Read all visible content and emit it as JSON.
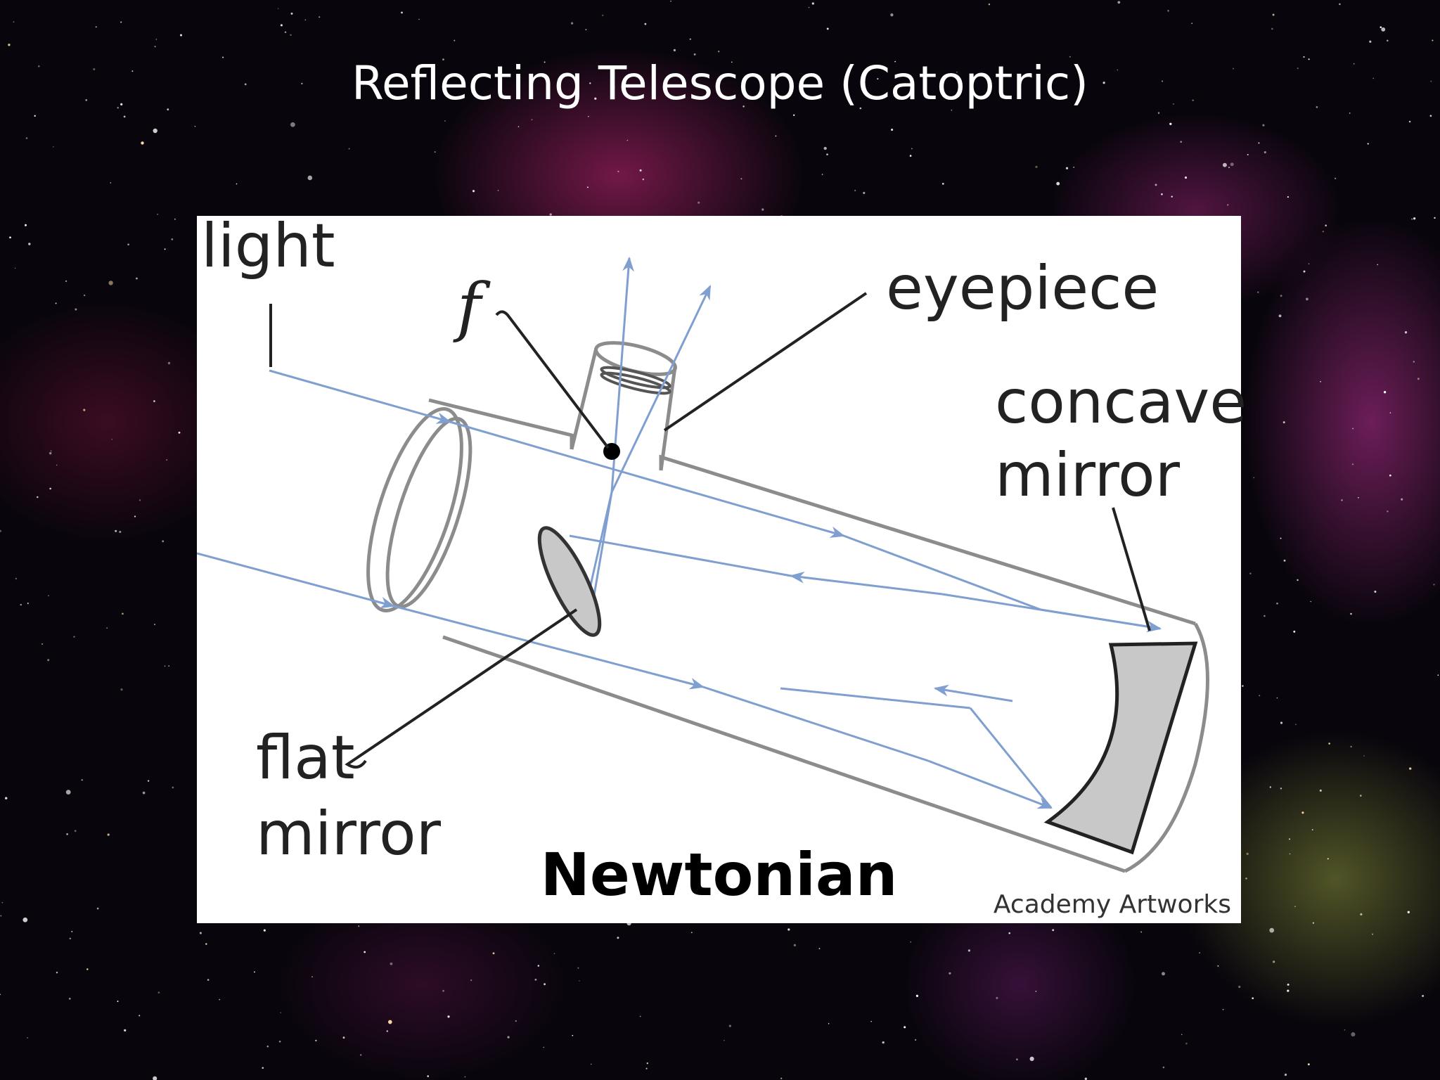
{
  "slide": {
    "title": "Reflecting Telescope (Catoptric)"
  },
  "figure": {
    "labels": {
      "light": "light",
      "focus": "f",
      "eyepiece": "eyepiece",
      "concave_mirror_line1": "concave",
      "concave_mirror_line2": "mirror",
      "flat_mirror_line1": "flat",
      "flat_mirror_line2": "mirror"
    },
    "caption": "Newtonian",
    "credit": "Academy Artworks"
  },
  "colors": {
    "ray": "#7f9fd0",
    "tube_outline": "#8c8c8c",
    "mirror_fill": "#c8c8c8",
    "text": "#222222",
    "title": "#ffffff"
  }
}
